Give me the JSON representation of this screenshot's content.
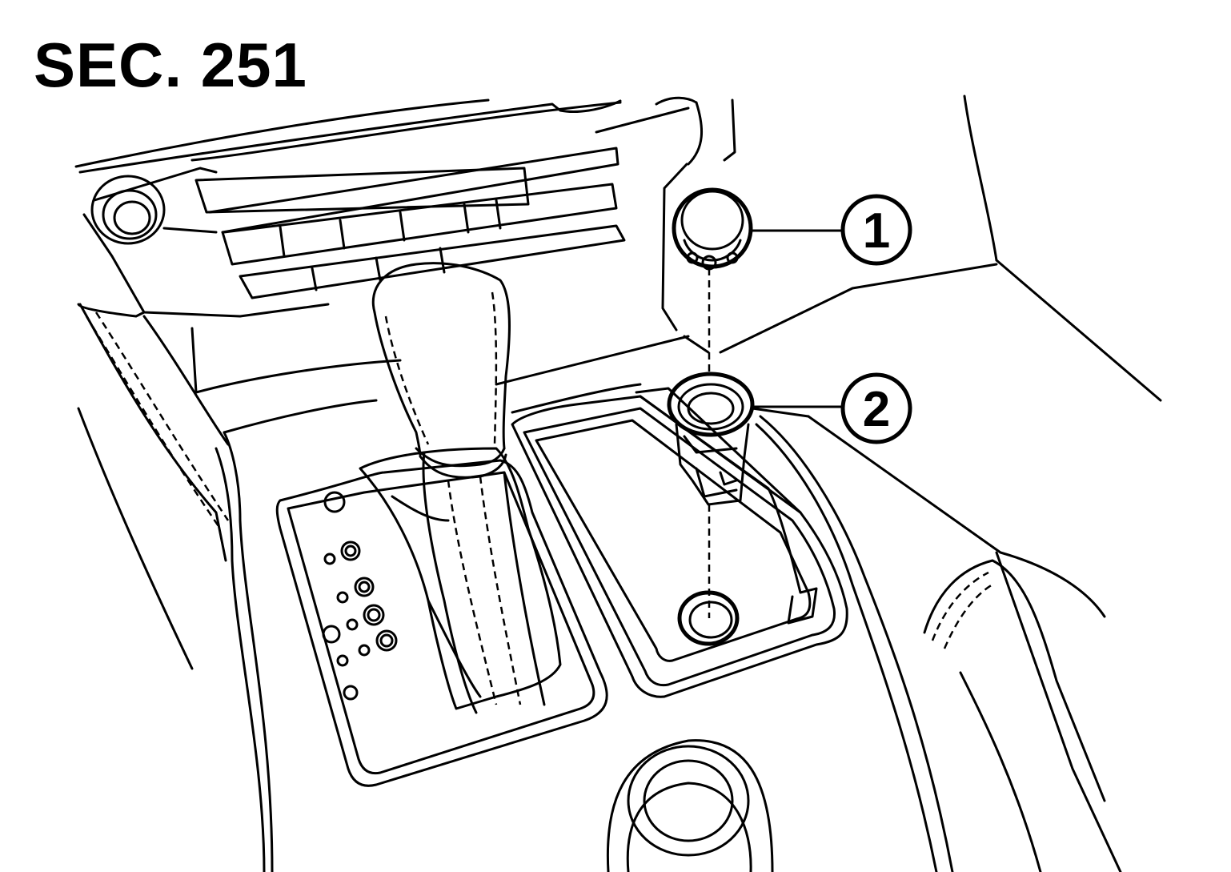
{
  "title": "SEC. 251",
  "callouts": [
    {
      "number": "1"
    },
    {
      "number": "2"
    }
  ]
}
